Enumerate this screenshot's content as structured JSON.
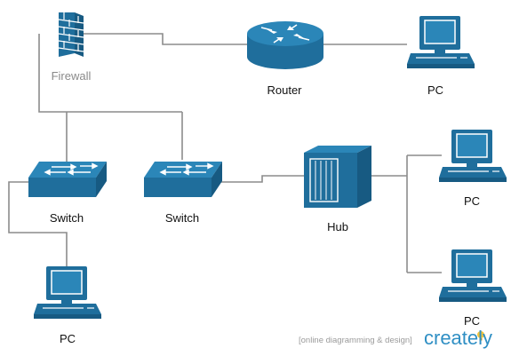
{
  "labels": {
    "firewall": "Firewall",
    "router": "Router",
    "pc_top": "PC",
    "switch_left": "Switch",
    "switch_right": "Switch",
    "hub": "Hub",
    "pc_right_top": "PC",
    "pc_right_bottom": "PC",
    "pc_bottom_left": "PC"
  },
  "watermark": {
    "tagline": "[online diagramming & design]",
    "brand": "creately"
  },
  "colors": {
    "device_fill": "#1f6e9c",
    "connector": "#8c8c8c",
    "label": "#111111",
    "firewall_label": "#8a8a8a",
    "brand": "#2f8fc4"
  },
  "icons": [
    "firewall-icon",
    "router-icon",
    "switch-icon",
    "hub-icon",
    "pc-icon"
  ]
}
